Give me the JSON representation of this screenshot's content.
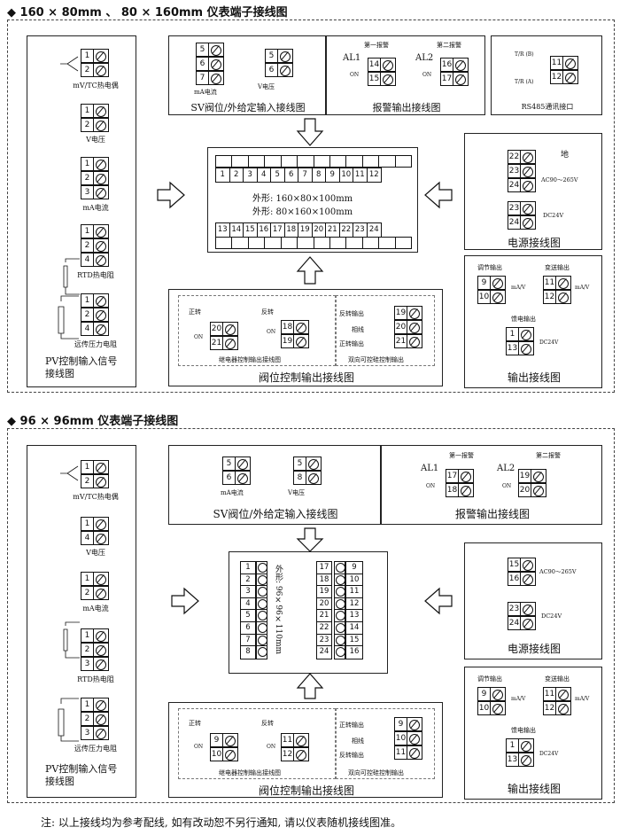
{
  "sections": [
    {
      "title": "◆ 160 × 80mm 、 80 × 160mm 仪表端子接线图",
      "pv": {
        "title": "PV控制输入信号接线图",
        "groups": [
          {
            "caption": "mV/TC热电偶",
            "terms": [
              "1",
              "2"
            ]
          },
          {
            "caption": "V电压",
            "terms": [
              "1",
              "2"
            ]
          },
          {
            "caption": "mA电流",
            "terms": [
              "1",
              "2",
              "3"
            ]
          },
          {
            "caption": "RTD热电阻",
            "terms": [
              "1",
              "2",
              "4"
            ]
          },
          {
            "caption": "远传压力电阻",
            "terms": [
              "1",
              "2",
              "4"
            ]
          }
        ]
      },
      "sv": {
        "title": "SV阀位/外给定输入接线图",
        "ma_caption": "mA电流",
        "ma_terms": [
          "5",
          "6",
          "7"
        ],
        "v_caption": "V电压",
        "v_terms": [
          "5",
          "6"
        ]
      },
      "alarm": {
        "title": "报警输出接线图",
        "a1_head": "第一报警",
        "a1_name": "AL1",
        "a1_on": "ON",
        "a1_terms": [
          "14",
          "15"
        ],
        "a2_head": "第二报警",
        "a2_name": "AL2",
        "a2_on": "ON",
        "a2_terms": [
          "16",
          "17"
        ]
      },
      "comm": {
        "title": "RS485通讯接口",
        "tb": "T/R (B)",
        "ta": "T/R (A)",
        "terms": [
          "11",
          "12"
        ]
      },
      "center": {
        "top_nums": [
          "1",
          "2",
          "3",
          "4",
          "5",
          "6",
          "7",
          "8",
          "9",
          "10",
          "11",
          "12"
        ],
        "dim1": "外形: 160×80×100mm",
        "dim2": "外形: 80×160×100mm",
        "bot_nums": [
          "13",
          "14",
          "15",
          "16",
          "17",
          "18",
          "19",
          "20",
          "21",
          "22",
          "23",
          "24"
        ]
      },
      "power": {
        "title": "电源接线图",
        "ground": "地",
        "ac_label": "AC90～265V",
        "ac_terms": [
          "22",
          "23",
          "24"
        ],
        "dc_label": "DC24V",
        "dc_terms": [
          "23",
          "24"
        ]
      },
      "output": {
        "title": "输出接线图",
        "reg": "调节输出",
        "reg_unit": "mA/V",
        "reg_terms": [
          "9",
          "10"
        ],
        "trans": "变送输出",
        "trans_unit": "mA/V",
        "trans_terms": [
          "11",
          "12"
        ],
        "feed": "馈电输出",
        "feed_unit": "DC24V",
        "feed_terms": [
          "1",
          "13"
        ]
      },
      "valve": {
        "title": "阀位控制输出接线图",
        "fwd": "正转",
        "fwd_on": "ON",
        "fwd_terms": [
          "20",
          "21"
        ],
        "rev": "反转",
        "rev_on": "ON",
        "rev_terms": [
          "18",
          "19"
        ],
        "relay_cap": "继电器控制输出接线图",
        "rev_out": "反转输出",
        "phase": "相线",
        "fwd_out": "正转输出",
        "scr_terms": [
          "19",
          "20",
          "21"
        ],
        "scr_cap": "双向可控硅控制输出"
      }
    },
    {
      "title": "◆ 96 × 96mm 仪表端子接线图",
      "pv": {
        "title": "PV控制输入信号接线图",
        "groups": [
          {
            "caption": "mV/TC热电偶",
            "terms": [
              "1",
              "2"
            ]
          },
          {
            "caption": "V电压",
            "terms": [
              "1",
              "4"
            ]
          },
          {
            "caption": "mA电流",
            "terms": [
              "1",
              "2"
            ]
          },
          {
            "caption": "RTD热电阻",
            "terms": [
              "1",
              "2",
              "3"
            ]
          },
          {
            "caption": "远传压力电阻",
            "terms": [
              "1",
              "2",
              "3"
            ]
          }
        ]
      },
      "sv": {
        "title": "SV阀位/外给定输入接线图",
        "ma_caption": "mA电流",
        "ma_terms": [
          "5",
          "6"
        ],
        "v_caption": "V电压",
        "v_terms": [
          "5",
          "8"
        ]
      },
      "alarm": {
        "title": "报警输出接线图",
        "a1_head": "第一报警",
        "a1_name": "AL1",
        "a1_on": "ON",
        "a1_terms": [
          "17",
          "18"
        ],
        "a2_head": "第二报警",
        "a2_name": "AL2",
        "a2_on": "ON",
        "a2_terms": [
          "19",
          "20"
        ]
      },
      "center": {
        "left_nums": [
          "1",
          "2",
          "3",
          "4",
          "5",
          "6",
          "7",
          "8"
        ],
        "dim": "外形: 96×96×110mm",
        "mid_nums": [
          "17",
          "18",
          "19",
          "20",
          "21",
          "22",
          "23",
          "24"
        ],
        "right_nums": [
          "9",
          "10",
          "11",
          "12",
          "13",
          "14",
          "15",
          "16"
        ]
      },
      "power": {
        "title": "电源接线图",
        "ac_label": "AC90～265V",
        "ac_terms": [
          "15",
          "16"
        ],
        "dc_label": "DC24V",
        "dc_terms": [
          "23",
          "24"
        ]
      },
      "output": {
        "title": "输出接线图",
        "reg": "调节输出",
        "reg_unit": "mA/V",
        "reg_terms": [
          "9",
          "10"
        ],
        "trans": "变送输出",
        "trans_unit": "mA/V",
        "trans_terms": [
          "11",
          "12"
        ],
        "feed": "馈电输出",
        "feed_unit": "DC24V",
        "feed_terms": [
          "1",
          "13"
        ]
      },
      "valve": {
        "title": "阀位控制输出接线图",
        "fwd": "正转",
        "fwd_on": "ON",
        "fwd_terms": [
          "9",
          "10"
        ],
        "rev": "反转",
        "rev_on": "ON",
        "rev_terms": [
          "11",
          "12"
        ],
        "relay_cap": "继电器控制输出接线图",
        "fwd_out": "正转输出",
        "phase": "相线",
        "rev_out": "反转输出",
        "scr_terms": [
          "9",
          "10",
          "11"
        ],
        "scr_cap": "双向可控硅控制输出"
      }
    }
  ],
  "note": "注: 以上接线均为参考配线, 如有改动恕不另行通知, 请以仪表随机接线图准。"
}
